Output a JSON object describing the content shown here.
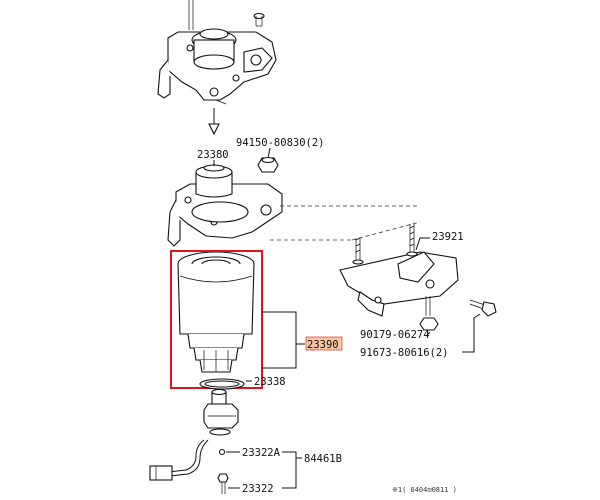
{
  "labels": {
    "p94150": "94150-80830(2)",
    "p23380": "23380",
    "p23921": "23921",
    "p23390": "23390",
    "p90179": "90179-06274",
    "p91673": "91673-80616(2)",
    "p23338": "23338",
    "p23322a": "23322A",
    "p84461b": "84461B",
    "p23322": "23322",
    "footer": "※1(    0404⊡0811    )"
  },
  "colors": {
    "highlight_box": "#e0141e",
    "highlight_label_bg": "#f7c8a0"
  }
}
